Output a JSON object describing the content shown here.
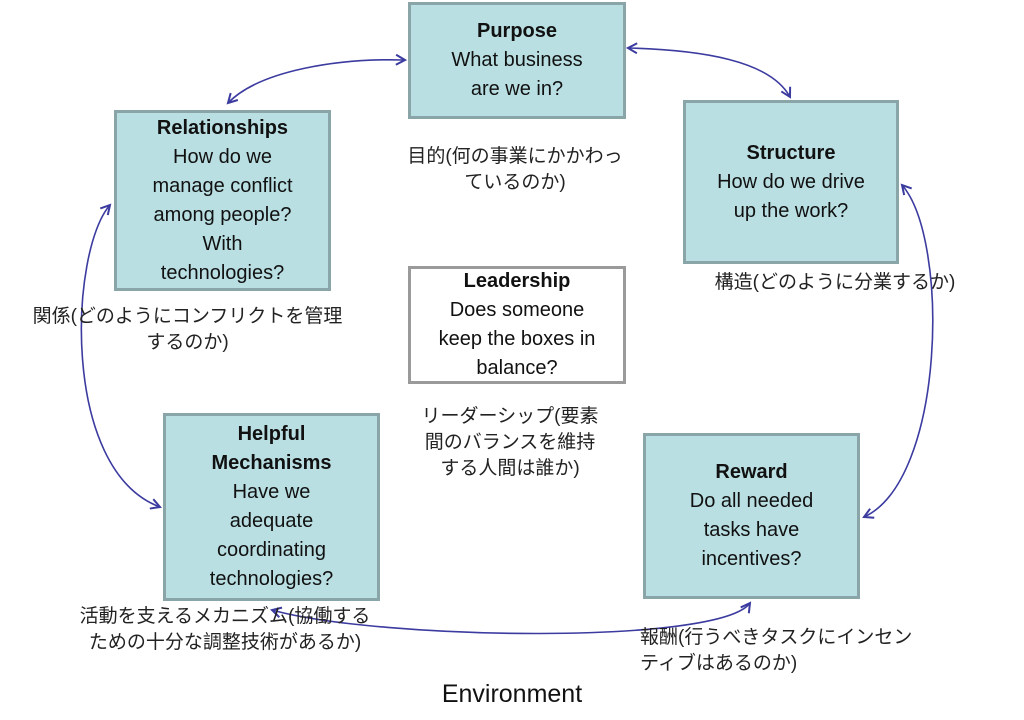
{
  "boxes": {
    "purpose": {
      "title": "Purpose",
      "question": "What business\nare we in?",
      "caption": "目的(何の事業にかかわっ\nているのか)"
    },
    "structure": {
      "title": "Structure",
      "question": "How do we drive\nup the work?",
      "caption": "構造(どのように分業するか)"
    },
    "relationships": {
      "title": "Relationships",
      "question": "How do we\nmanage conflict\namong people?\nWith\ntechnologies?",
      "caption": "関係(どのようにコンフリクトを管理\nするのか)"
    },
    "leadership": {
      "title": "Leadership",
      "question": "Does someone\nkeep the boxes in\nbalance?",
      "caption": "リーダーシップ(要素\n間のバランスを維持\nする人間は誰か)"
    },
    "helpful": {
      "title": "Helpful\nMechanisms",
      "question": "Have we\nadequate\ncoordinating\ntechnologies?",
      "caption": "活動を支えるメカニズム(協働する\nための十分な調整技術があるか)"
    },
    "reward": {
      "title": "Reward",
      "question": "Do all needed\ntasks have\nincentives?",
      "caption": "報酬(行うべきタスクにインセン\nティブはあるのか)"
    }
  },
  "environment": "Environment",
  "colors": {
    "box_fill": "#b9dfe3",
    "box_border": "#8aa5a8",
    "arrow": "#3b3ba0"
  }
}
